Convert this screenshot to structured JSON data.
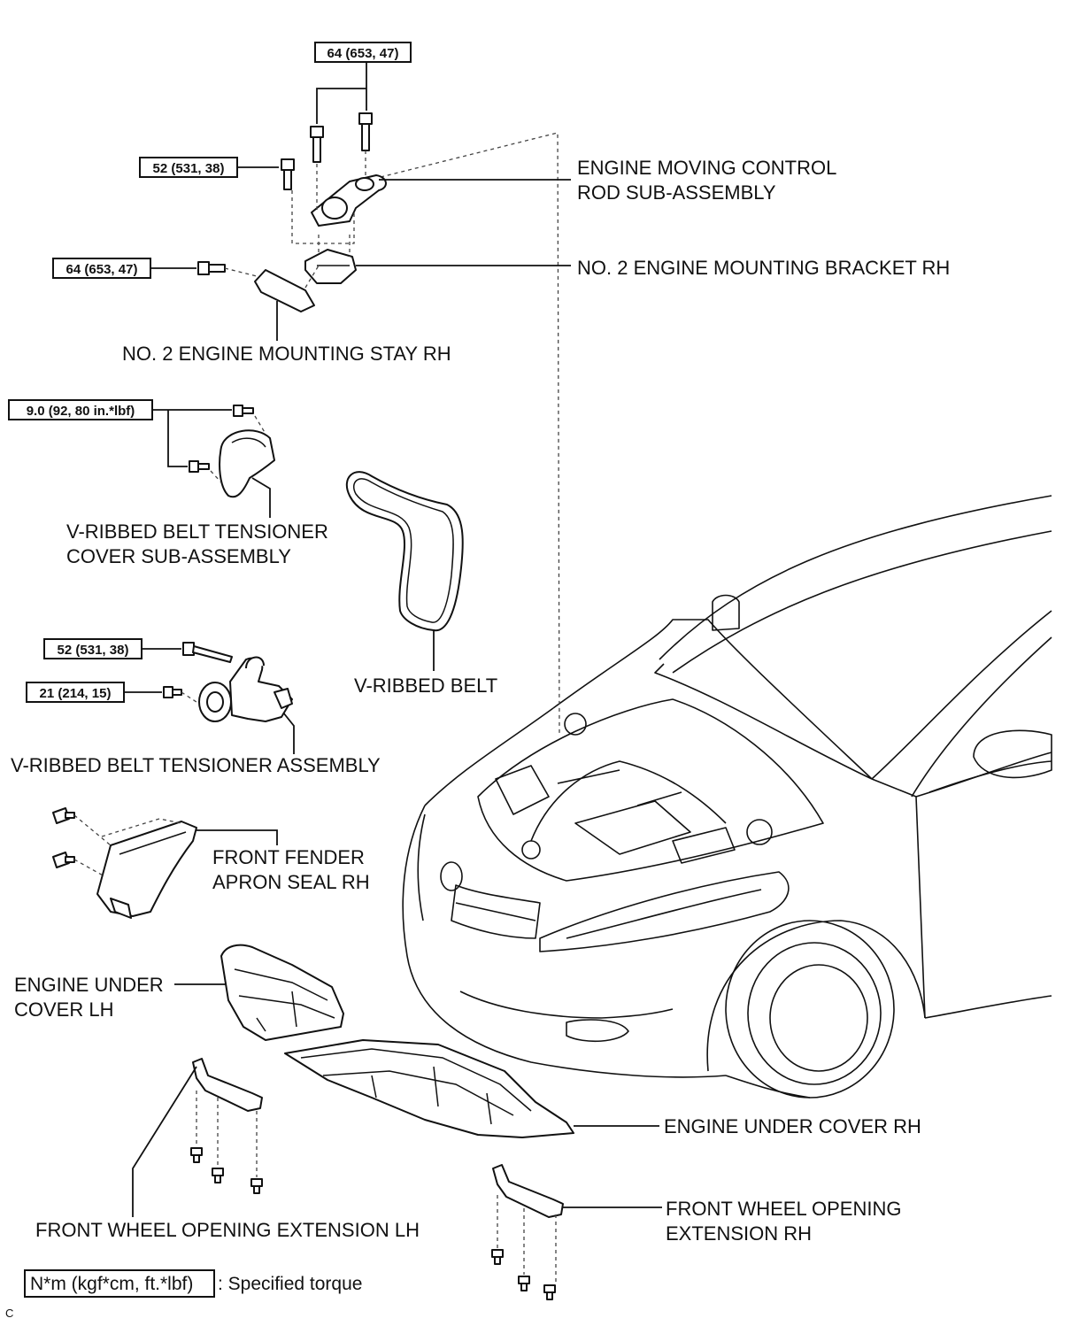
{
  "labels": {
    "engine_moving_control_rod_1": "ENGINE MOVING CONTROL",
    "engine_moving_control_rod_2": "ROD SUB-ASSEMBLY",
    "no2_engine_mounting_bracket_rh": "NO. 2 ENGINE MOUNTING BRACKET RH",
    "no2_engine_mounting_stay_rh": "NO. 2 ENGINE MOUNTING STAY RH",
    "tensioner_cover_1": "V-RIBBED BELT TENSIONER",
    "tensioner_cover_2": "COVER SUB-ASSEMBLY",
    "v_ribbed_belt": "V-RIBBED BELT",
    "tensioner_assembly": "V-RIBBED BELT TENSIONER ASSEMBLY",
    "front_fender_apron_seal_1": "FRONT FENDER",
    "front_fender_apron_seal_2": "APRON SEAL RH",
    "engine_under_cover_lh_1": "ENGINE UNDER",
    "engine_under_cover_lh_2": "COVER LH",
    "engine_under_cover_rh": "ENGINE UNDER COVER RH",
    "front_wheel_opening_ext_lh": "FRONT WHEEL OPENING EXTENSION LH",
    "front_wheel_opening_ext_rh_1": "FRONT WHEEL OPENING",
    "front_wheel_opening_ext_rh_2": "EXTENSION RH"
  },
  "torques": {
    "control_rod_bolts": "64 (653, 47)",
    "control_rod_bolt_left": "52 (531, 38)",
    "stay_bolt": "64 (653, 47)",
    "tensioner_cover_bolts": "9.0 (92, 80 in.*lbf)",
    "tensioner_bolt_long": "52 (531, 38)",
    "tensioner_bolt_short": "21 (214, 15)"
  },
  "legend": {
    "unit": "N*m (kgf*cm, ft.*lbf)",
    "description": ": Specified torque"
  },
  "corner_mark": "C"
}
